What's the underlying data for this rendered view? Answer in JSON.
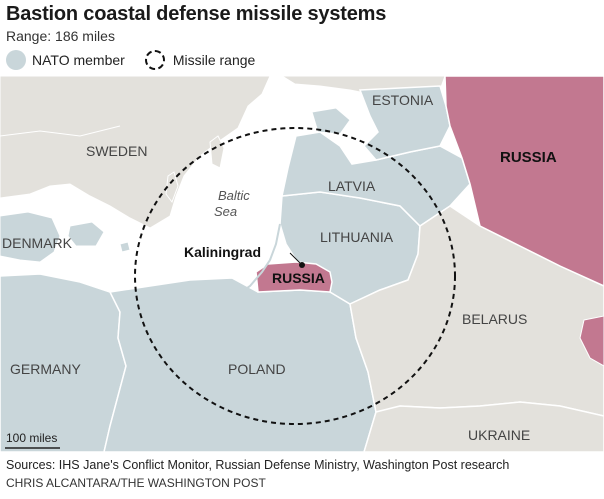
{
  "title": "Bastion coastal defense missile systems",
  "subtitle": "Range: 186 miles",
  "legend": {
    "nato_label": "NATO member",
    "range_label": "Missile range",
    "nato_color": "#c9d6da"
  },
  "map": {
    "countries": {
      "estonia": "ESTONIA",
      "sweden": "SWEDEN",
      "russia_main": "RUSSIA",
      "latvia": "LATVIA",
      "denmark": "DENMARK",
      "lithuania": "LITHUANIA",
      "kaliningrad_russia": "RUSSIA",
      "belarus": "BELARUS",
      "germany": "GERMANY",
      "poland": "POLAND",
      "ukraine": "UKRAINE"
    },
    "city": "Kaliningrad",
    "sea": [
      "Baltic",
      "Sea"
    ],
    "scale": "100 miles",
    "colors": {
      "nato": "#c9d6da",
      "nonnato": "#e3e1dc",
      "russia": "#c27890",
      "water": "#ffffff"
    }
  },
  "footer": {
    "sources": "Sources: IHS Jane's Conflict Monitor, Russian Defense Ministry, Washington Post research",
    "credit": "CHRIS ALCANTARA/THE WASHINGTON POST"
  }
}
